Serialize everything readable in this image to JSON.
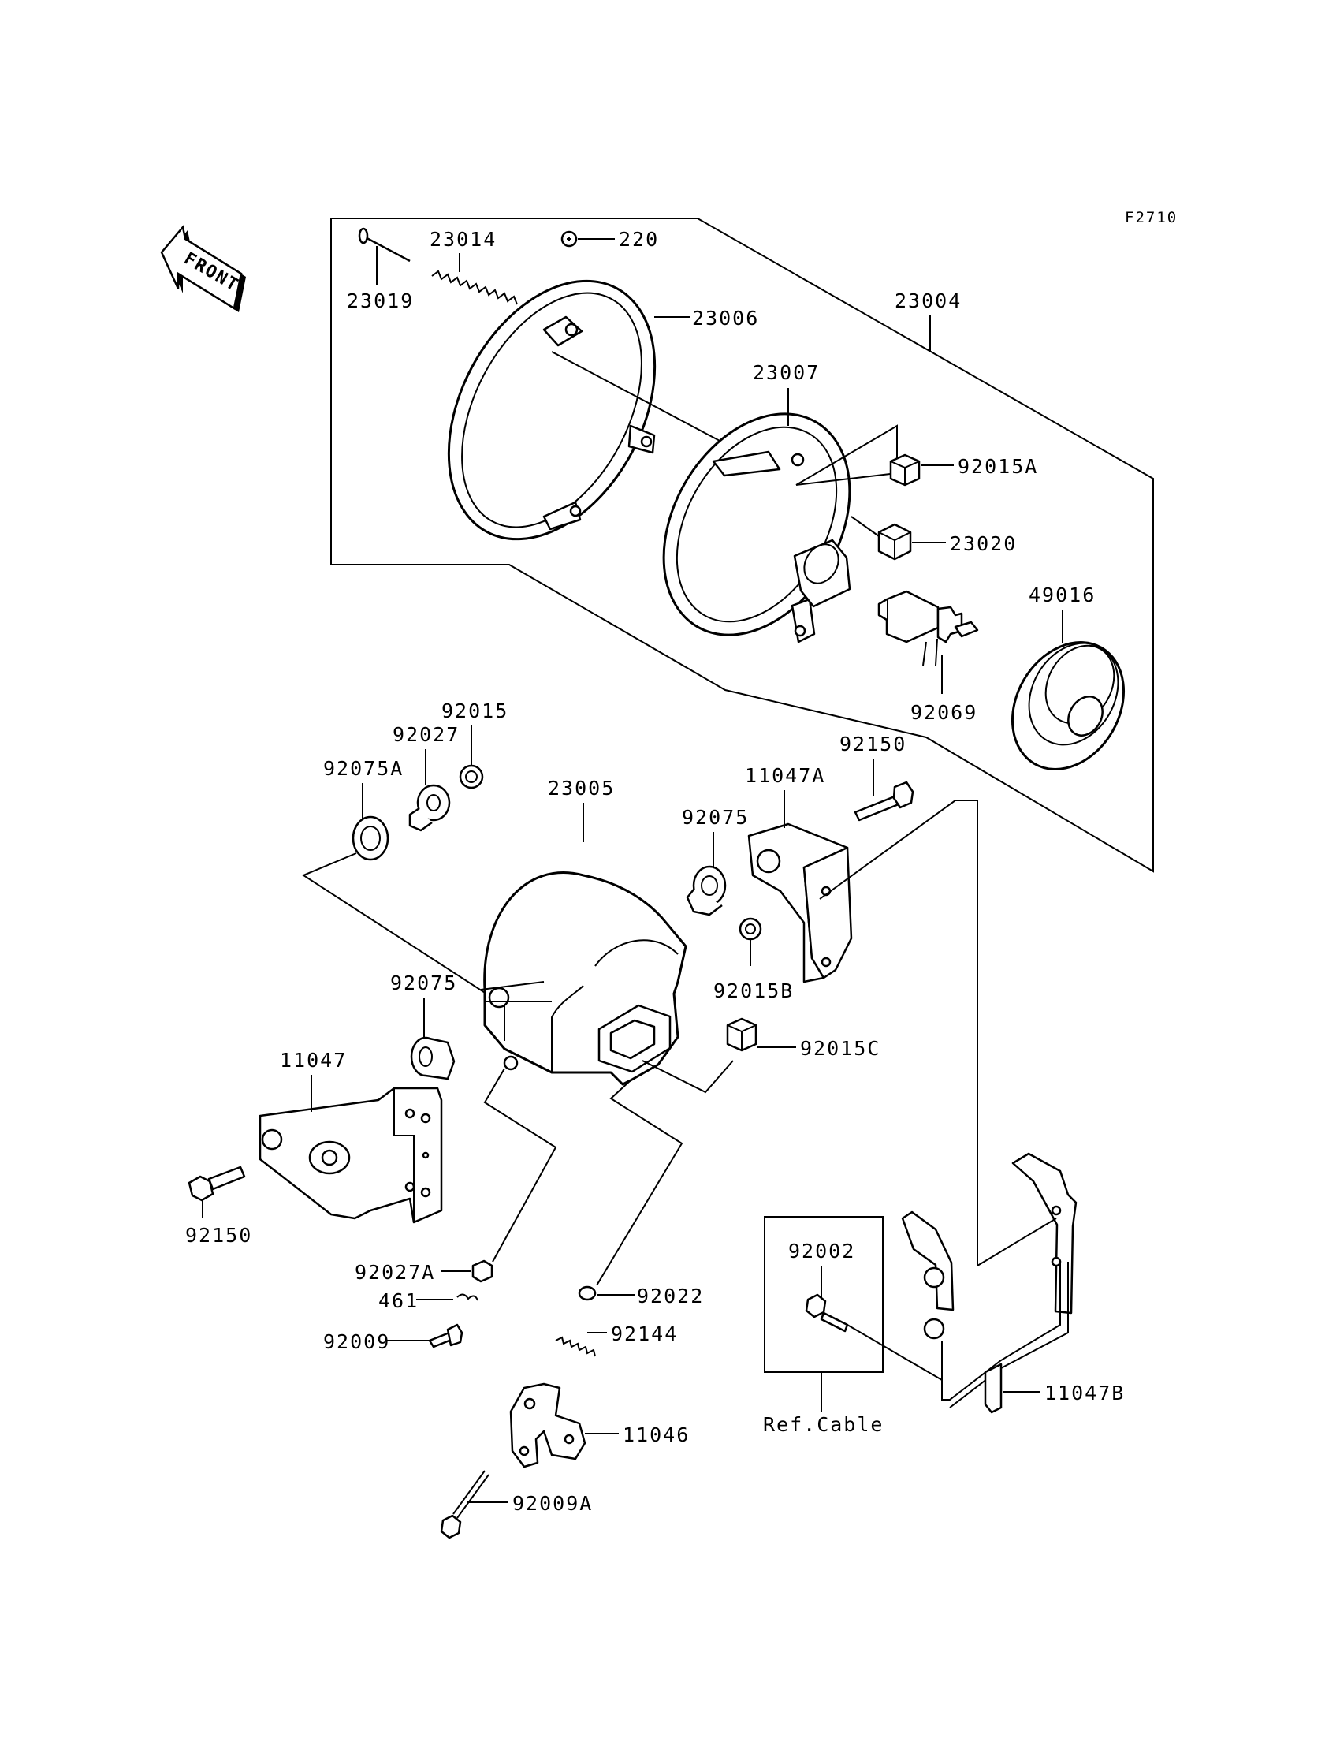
{
  "figure_code": "F2710",
  "front_label": "FRONT",
  "parts": {
    "p23019": "23019",
    "p23014": "23014",
    "p220": "220",
    "p23006": "23006",
    "p23004": "23004",
    "p23007": "23007",
    "p92015A": "92015A",
    "p23020": "23020",
    "p49016": "49016",
    "p92069": "92069",
    "p92015": "92015",
    "p92027": "92027",
    "p92075A": "92075A",
    "p23005": "23005",
    "p92150_top": "92150",
    "p11047A": "11047A",
    "p92075_top": "92075",
    "p92015B": "92015B",
    "p92075_mid": "92075",
    "p92015C": "92015C",
    "p11047": "11047",
    "p92150_left": "92150",
    "p92027A": "92027A",
    "p461": "461",
    "p92009": "92009",
    "p92022": "92022",
    "p92144": "92144",
    "p11046": "11046",
    "p92009A": "92009A",
    "p92002": "92002",
    "p11047B": "11047B"
  },
  "ref_cable": "Ref.Cable"
}
